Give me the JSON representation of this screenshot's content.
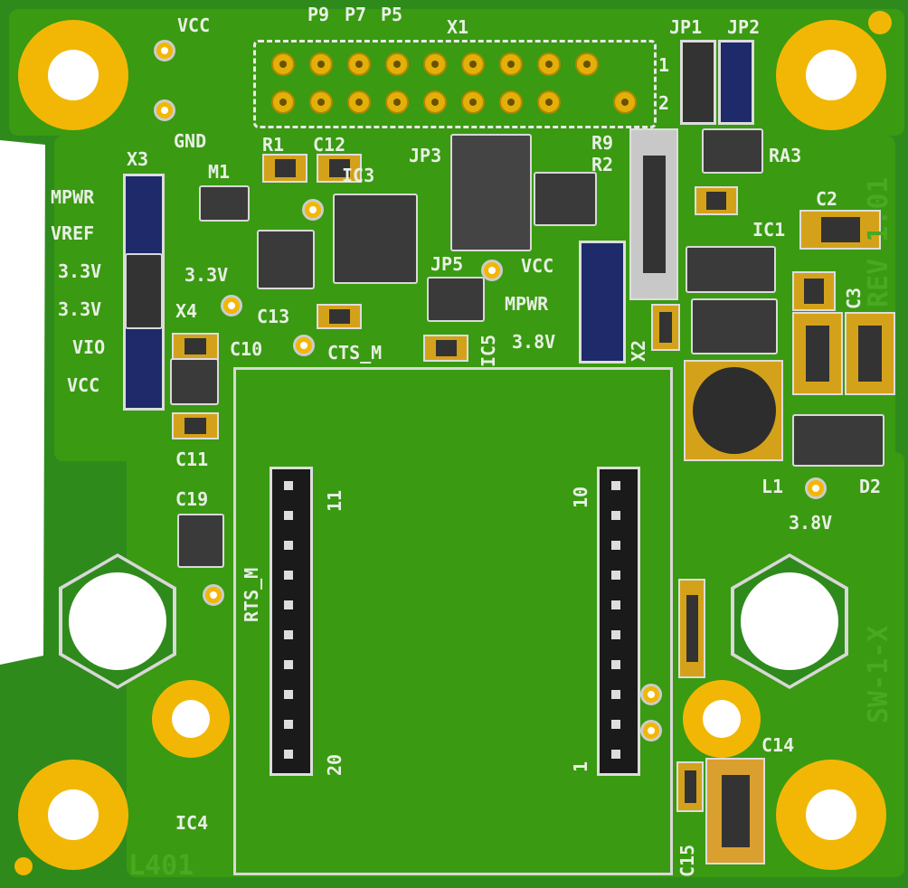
{
  "labels": [
    "VCC",
    "GND",
    "P9",
    "P7",
    "P5",
    "X1",
    "1",
    "2",
    "JP1",
    "JP2",
    "X3",
    "M1",
    "R1",
    "C12",
    "IC3",
    "JP3",
    "R9",
    "R2",
    "RA3",
    "MPWR",
    "VREF",
    "3.3V",
    "3.3V",
    "3.3V",
    "X4",
    "VIO",
    "VCC",
    "C10",
    "C13",
    "CTS_M",
    "JP5",
    "VCC",
    "MPWR",
    "3.8V",
    "IC5",
    "X2",
    "IC1",
    "C2",
    "C3",
    "L1",
    "D2",
    "3.8V",
    "C11",
    "C19",
    "RTS_M",
    "11",
    "20",
    "10",
    "1",
    "C14",
    "C15",
    "IC4"
  ],
  "ghost": [
    "REV 1.01",
    "SW-1-X",
    "L401"
  ],
  "colors": {
    "board": "#2f8a1c",
    "copper": "#f2b705",
    "silk": "#e8f0e4"
  }
}
